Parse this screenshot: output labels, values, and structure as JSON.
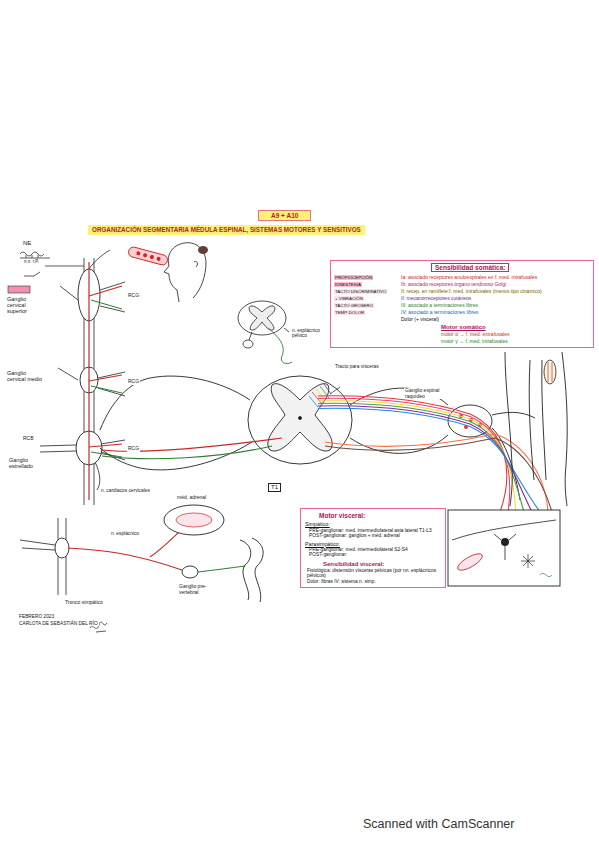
{
  "diagram": {
    "title": "ORGANIZACIÓN SEGMENTARIA MÉDULA ESPINAL, SISTEMAS MOTORES Y SENSITIVOS",
    "nodes": [
      {
        "text": [
          "A9 + A10"
        ]
      },
      {
        "text": [
          "Sensibilidad somática:",
          "PROPIOCEPCIÓN",
          "KINESTESIA",
          "TACTO DISCRIMINATIVO",
          "+ VIBRACIÓN",
          "TACTO GROSERO",
          "TEMP-DOLOR",
          "Ia: asociado receptores anuloespirales en f. med. intrafusales",
          "Ib: asociado receptores órgano tendinoso Golgi",
          "II: recep. en ramillete f. med. intrafusales (menos tipo cinámico)",
          "II: mecanorreceptores cutáneos",
          "III: asociado a terminaciones libres",
          "IV: asociado a terminaciones libres",
          "Dolor (+ visceral)",
          "Motor somático",
          "motor α → f. med. extrafusales",
          "motor γ → f. med. intrafusales"
        ]
      },
      {
        "text": [
          "T1"
        ]
      },
      {
        "text": [
          "Motor visceral:",
          "Simpático:",
          "PRE-ganglionar: med. intermediolateral asta lateral T1-L3",
          "POST-ganglionar: ganglios + méd. adrenal",
          "Parasimpático:",
          "PRE-ganglionar: med. intermediolateral S2-S4",
          "POST-ganglionar:",
          "Sensibilidad visceral:",
          "Fisiológica: distensión vísceras pélvicas (por nn. esplácnicos pélvicos)",
          "Dolor: fibras IV: sistema n. simp."
        ]
      }
    ],
    "labels": [
      "NE",
      "n.n. r.P.",
      "Ganglio cervical superior",
      "RCG",
      "Ganglio cervical medio",
      "RCG",
      "RCB",
      "Ganglio estrellado",
      "RCG",
      "n. cardíacos cervicales",
      "n. esplácnico pélvico",
      "Tracto para vísceras",
      "Ganglio espinal raquídeo",
      "méd. adrenal",
      "n. esplácnico",
      "Ganglio pre-vertebral",
      "Tronco simpático",
      "FEBRERO 2023",
      "CARLOTA DE SEBASTIÁN DEL RÍO",
      "Scanned with CamScanner"
    ]
  }
}
